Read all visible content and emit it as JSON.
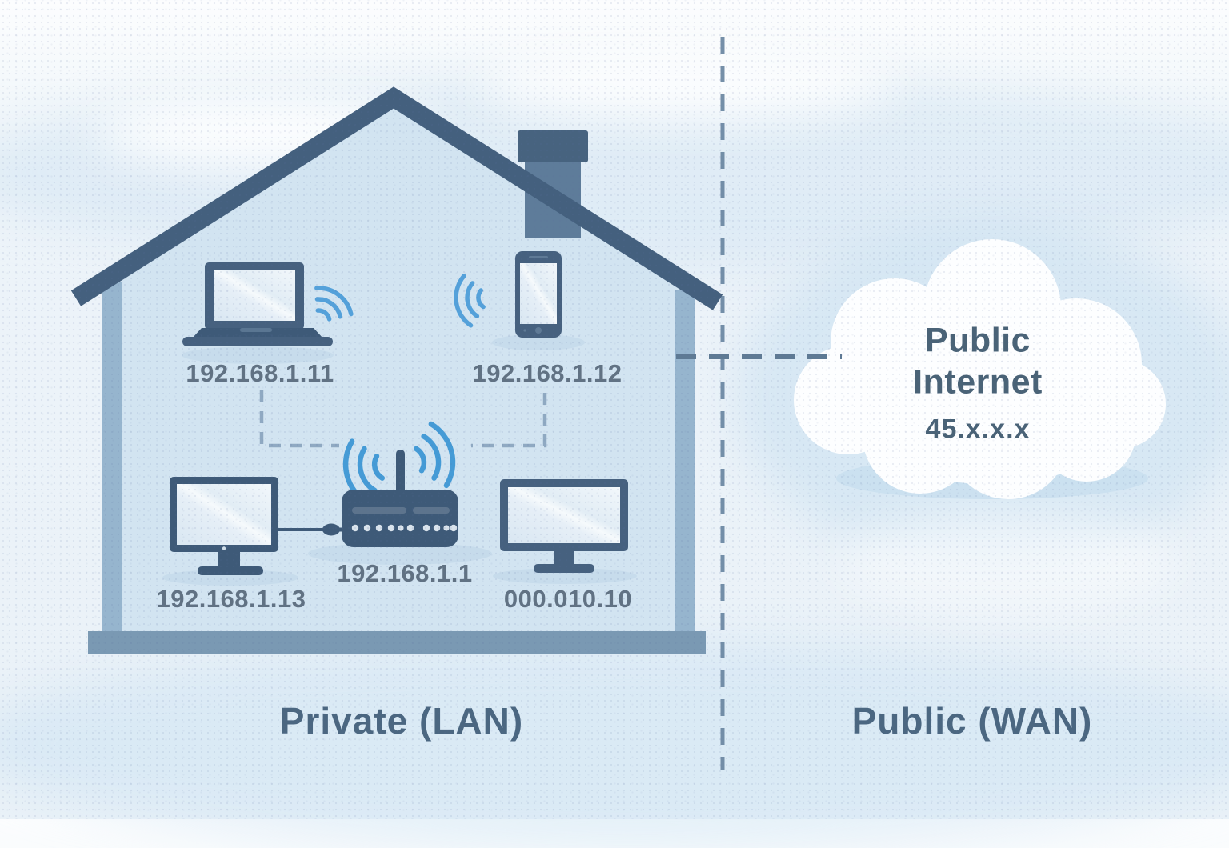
{
  "zones": {
    "private_label": "Private (LAN)",
    "public_label": "Public (WAN)"
  },
  "cloud": {
    "title_line1": "Public",
    "title_line2": "Internet",
    "ip": "45.x.x.x"
  },
  "devices": {
    "laptop": {
      "ip": "192.168.1.11"
    },
    "phone": {
      "ip": "192.168.1.12"
    },
    "router": {
      "ip": "192.168.1.1"
    },
    "desktop_left": {
      "ip": "192.168.1.13"
    },
    "desktop_right": {
      "ip": "000.010.10"
    }
  },
  "icons": [
    "house-icon",
    "chimney-icon",
    "laptop-icon",
    "smartphone-icon",
    "router-icon",
    "monitor-icon",
    "wifi-signal-icon",
    "cloud-icon",
    "wired-connection-icon",
    "dashed-divider"
  ],
  "colors": {
    "device_navy": "#3e5a78",
    "roof_navy": "#44607e",
    "house_fill": "#d2e4f1",
    "wall_band": "#8fafca",
    "foundation": "#7a99b3",
    "wifi_blue": "#459bd6",
    "dashed_link": "#8fa9c2",
    "divider": "#66839e",
    "text_dark": "#44607b",
    "text_ip": "#5a6b7d",
    "cloud_white": "#fdfeff"
  }
}
